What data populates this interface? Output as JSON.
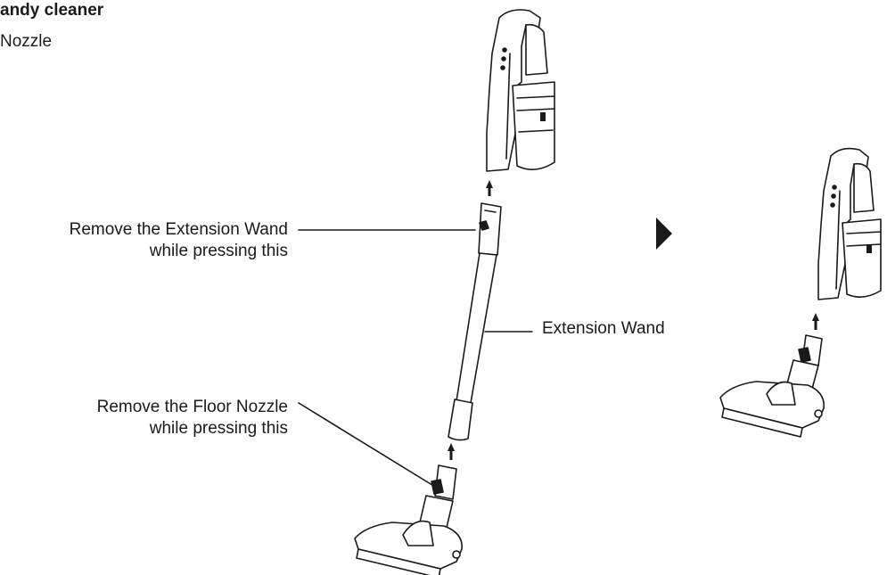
{
  "header": {
    "title": "andy cleaner",
    "subtitle": "Nozzle"
  },
  "labels": {
    "wand_release_line1": "Remove the Extension Wand",
    "wand_release_line2": "while pressing this",
    "nozzle_release_line1": "Remove the Floor Nozzle",
    "nozzle_release_line2": "while pressing this",
    "extension_wand": "Extension Wand"
  },
  "icons": {
    "step_arrow": "triangle-right-icon",
    "lift_arrow": "arrow-up-icon"
  },
  "colors": {
    "ink": "#1a1a1a",
    "fill": "#ffffff"
  }
}
